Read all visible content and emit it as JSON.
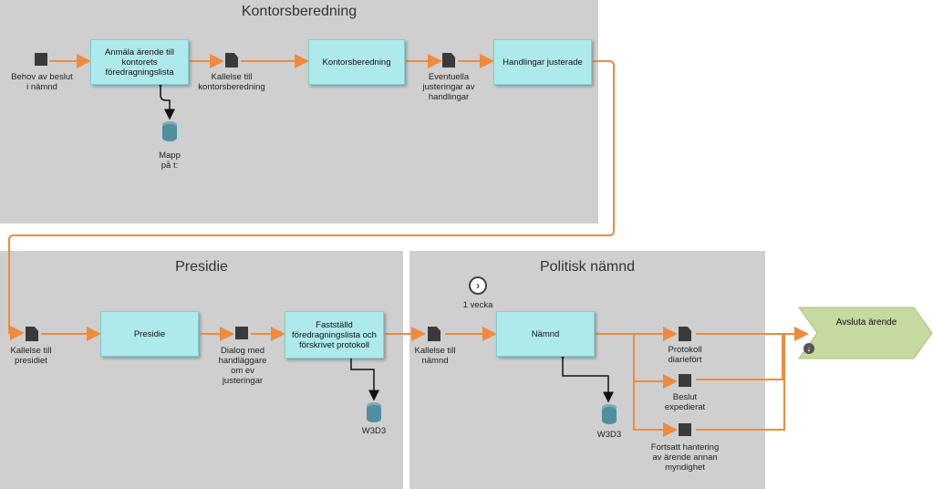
{
  "lanes": {
    "kontor": "Kontorsberedning",
    "presidie": "Presidie",
    "namnd": "Politisk nämnd"
  },
  "events": {
    "behov": "Behov av beslut i nämnd",
    "kallelse_kontor": "Kallelse till kontorsberedning",
    "eventuella": "Eventuella justeringar av handlingar",
    "kallelse_presidiet": "Kallelse till presidiet",
    "dialog": "Dialog med handläggare om ev justeringar",
    "kallelse_namnd": "Kallelse till nämnd",
    "protokoll": "Protokoll diariefört",
    "beslut": "Beslut expedierat",
    "fortsatt": "Fortsatt hantering av ärende annan myndighet"
  },
  "processes": {
    "anmala": "Anmäla ärende till kontorets föredragningslista",
    "kontorsberedning": "Kontorsberedning",
    "handlingar": "Handlingar justerade",
    "presidie": "Presidie",
    "faststalld": "Fastställd föredragningslista och förskrivet protokoll",
    "namnd": "Nämnd"
  },
  "resources": {
    "mapp": "Mapp på t:",
    "w3d3_a": "W3D3",
    "w3d3_b": "W3D3"
  },
  "timer": "1 vecka",
  "end": "Avsluta ärende",
  "colors": {
    "flow": "#f08a3c",
    "process_fill": "#aeeaeb",
    "lane_fill": "#cfcfcf",
    "end_fill": "#c5d9a0"
  }
}
